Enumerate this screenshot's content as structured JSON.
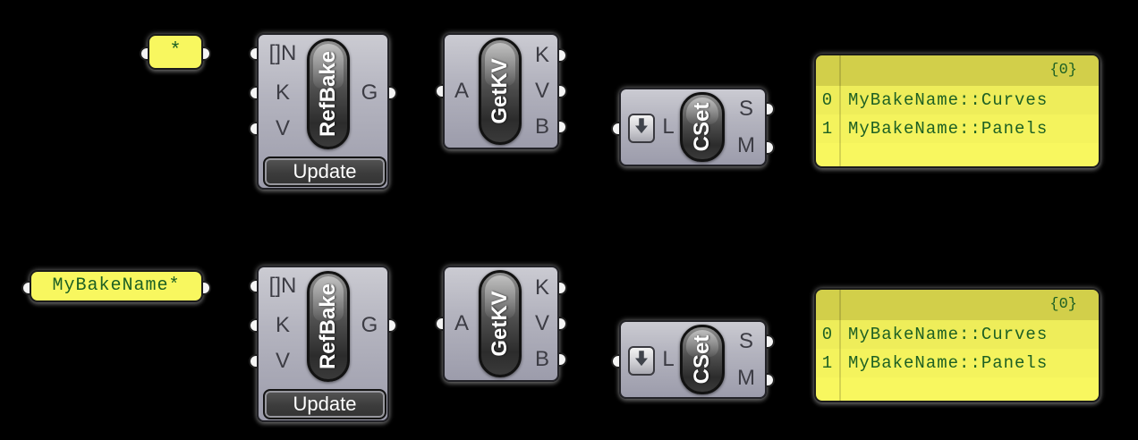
{
  "app": "grasshopper-canvas",
  "colors": {
    "canvas_bg": "#000000",
    "panel_yellow": "#f8f75f",
    "panel_text_green": "#1d6023",
    "component_body_gray": "#b4b4bf",
    "capsule_dark": "#3a3a3a",
    "port_label_gray": "#3c3c44"
  },
  "rows": [
    {
      "source_panel": {
        "text": "*"
      },
      "refbake": {
        "label": "RefBake",
        "inputs": [
          "[]N",
          "K",
          "V"
        ],
        "output": "G",
        "button": "Update"
      },
      "getkv": {
        "label": "GetKV",
        "input": "A",
        "outputs": [
          "K",
          "V",
          "B"
        ]
      },
      "cset": {
        "label": "CSet",
        "input": "L",
        "outputs": [
          "S",
          "M"
        ],
        "icon": "download-arrow"
      },
      "data_panel": {
        "header": "{0}",
        "items": [
          {
            "index": "0",
            "value": "MyBakeName::Curves"
          },
          {
            "index": "1",
            "value": "MyBakeName::Panels"
          }
        ]
      }
    },
    {
      "source_panel": {
        "text": "MyBakeName*"
      },
      "refbake": {
        "label": "RefBake",
        "inputs": [
          "[]N",
          "K",
          "V"
        ],
        "output": "G",
        "button": "Update"
      },
      "getkv": {
        "label": "GetKV",
        "input": "A",
        "outputs": [
          "K",
          "V",
          "B"
        ]
      },
      "cset": {
        "label": "CSet",
        "input": "L",
        "outputs": [
          "S",
          "M"
        ],
        "icon": "download-arrow"
      },
      "data_panel": {
        "header": "{0}",
        "items": [
          {
            "index": "0",
            "value": "MyBakeName::Curves"
          },
          {
            "index": "1",
            "value": "MyBakeName::Panels"
          }
        ]
      }
    }
  ]
}
